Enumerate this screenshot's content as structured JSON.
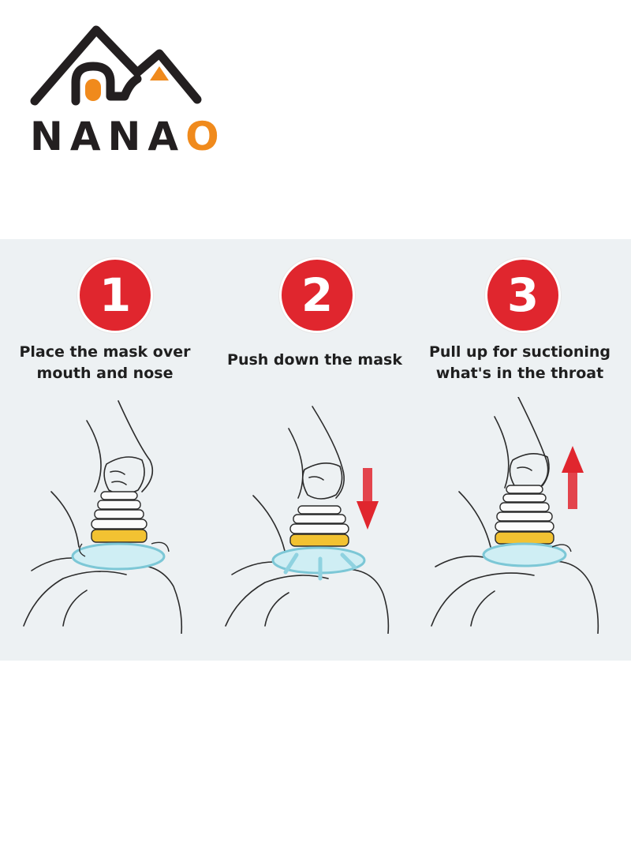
{
  "brand": {
    "name_prefix": "NANA",
    "name_last": "O",
    "accent": "#f08a1c",
    "ink": "#231f20"
  },
  "steps": [
    {
      "number": "1",
      "caption_line1": "Place the mask over",
      "caption_line2": "mouth and nose",
      "arrow": "none"
    },
    {
      "number": "2",
      "caption_line1": "Push down the mask",
      "caption_line2": "",
      "arrow": "down-icon"
    },
    {
      "number": "3",
      "caption_line1": "Pull up for suctioning",
      "caption_line2": "what's in the throat",
      "arrow": "up-icon"
    }
  ],
  "colors": {
    "badge": "#e0262e",
    "panel": "#edf1f3",
    "ring": "#f2c232",
    "mask": "#a9dde6",
    "arrow": "#e0262e"
  }
}
